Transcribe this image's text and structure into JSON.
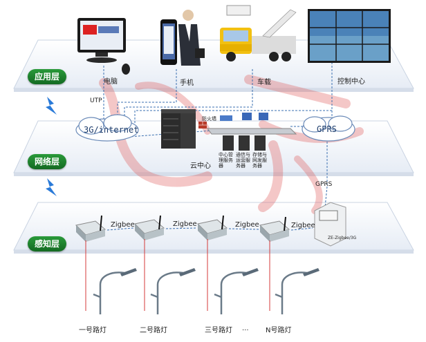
{
  "layers": {
    "application": "应用层",
    "network": "网络层",
    "perception": "感知层"
  },
  "application_devices": {
    "computer": "电脑",
    "phone": "手机",
    "vehicle": "车载",
    "control_center": "控制中心"
  },
  "network": {
    "utp": "UTP",
    "internet_cloud": "3G/internet",
    "gprs_cloud": "GPRS",
    "firewall": "防火墙",
    "cloud_center": "云中心",
    "servers": [
      "中心管理服务器",
      "通信与运营服务器",
      "存储与网发服务器"
    ],
    "gprs_link": "GPRS"
  },
  "perception": {
    "zigbee_links": [
      "Zigbee",
      "Zigbee",
      "Zigbee",
      "Zigbee"
    ],
    "gateway": "ZE-Zigbee/3G"
  },
  "lamps": [
    "一号路灯",
    "二号路灯",
    "三号路灯",
    "...",
    "N号路灯"
  ],
  "colors": {
    "layer_badge": "#1f8a2e",
    "plate": "#f3f6fb",
    "link_dash": "#3a6fb0",
    "wire": "#d43a3a",
    "watermark": "#e06060"
  }
}
